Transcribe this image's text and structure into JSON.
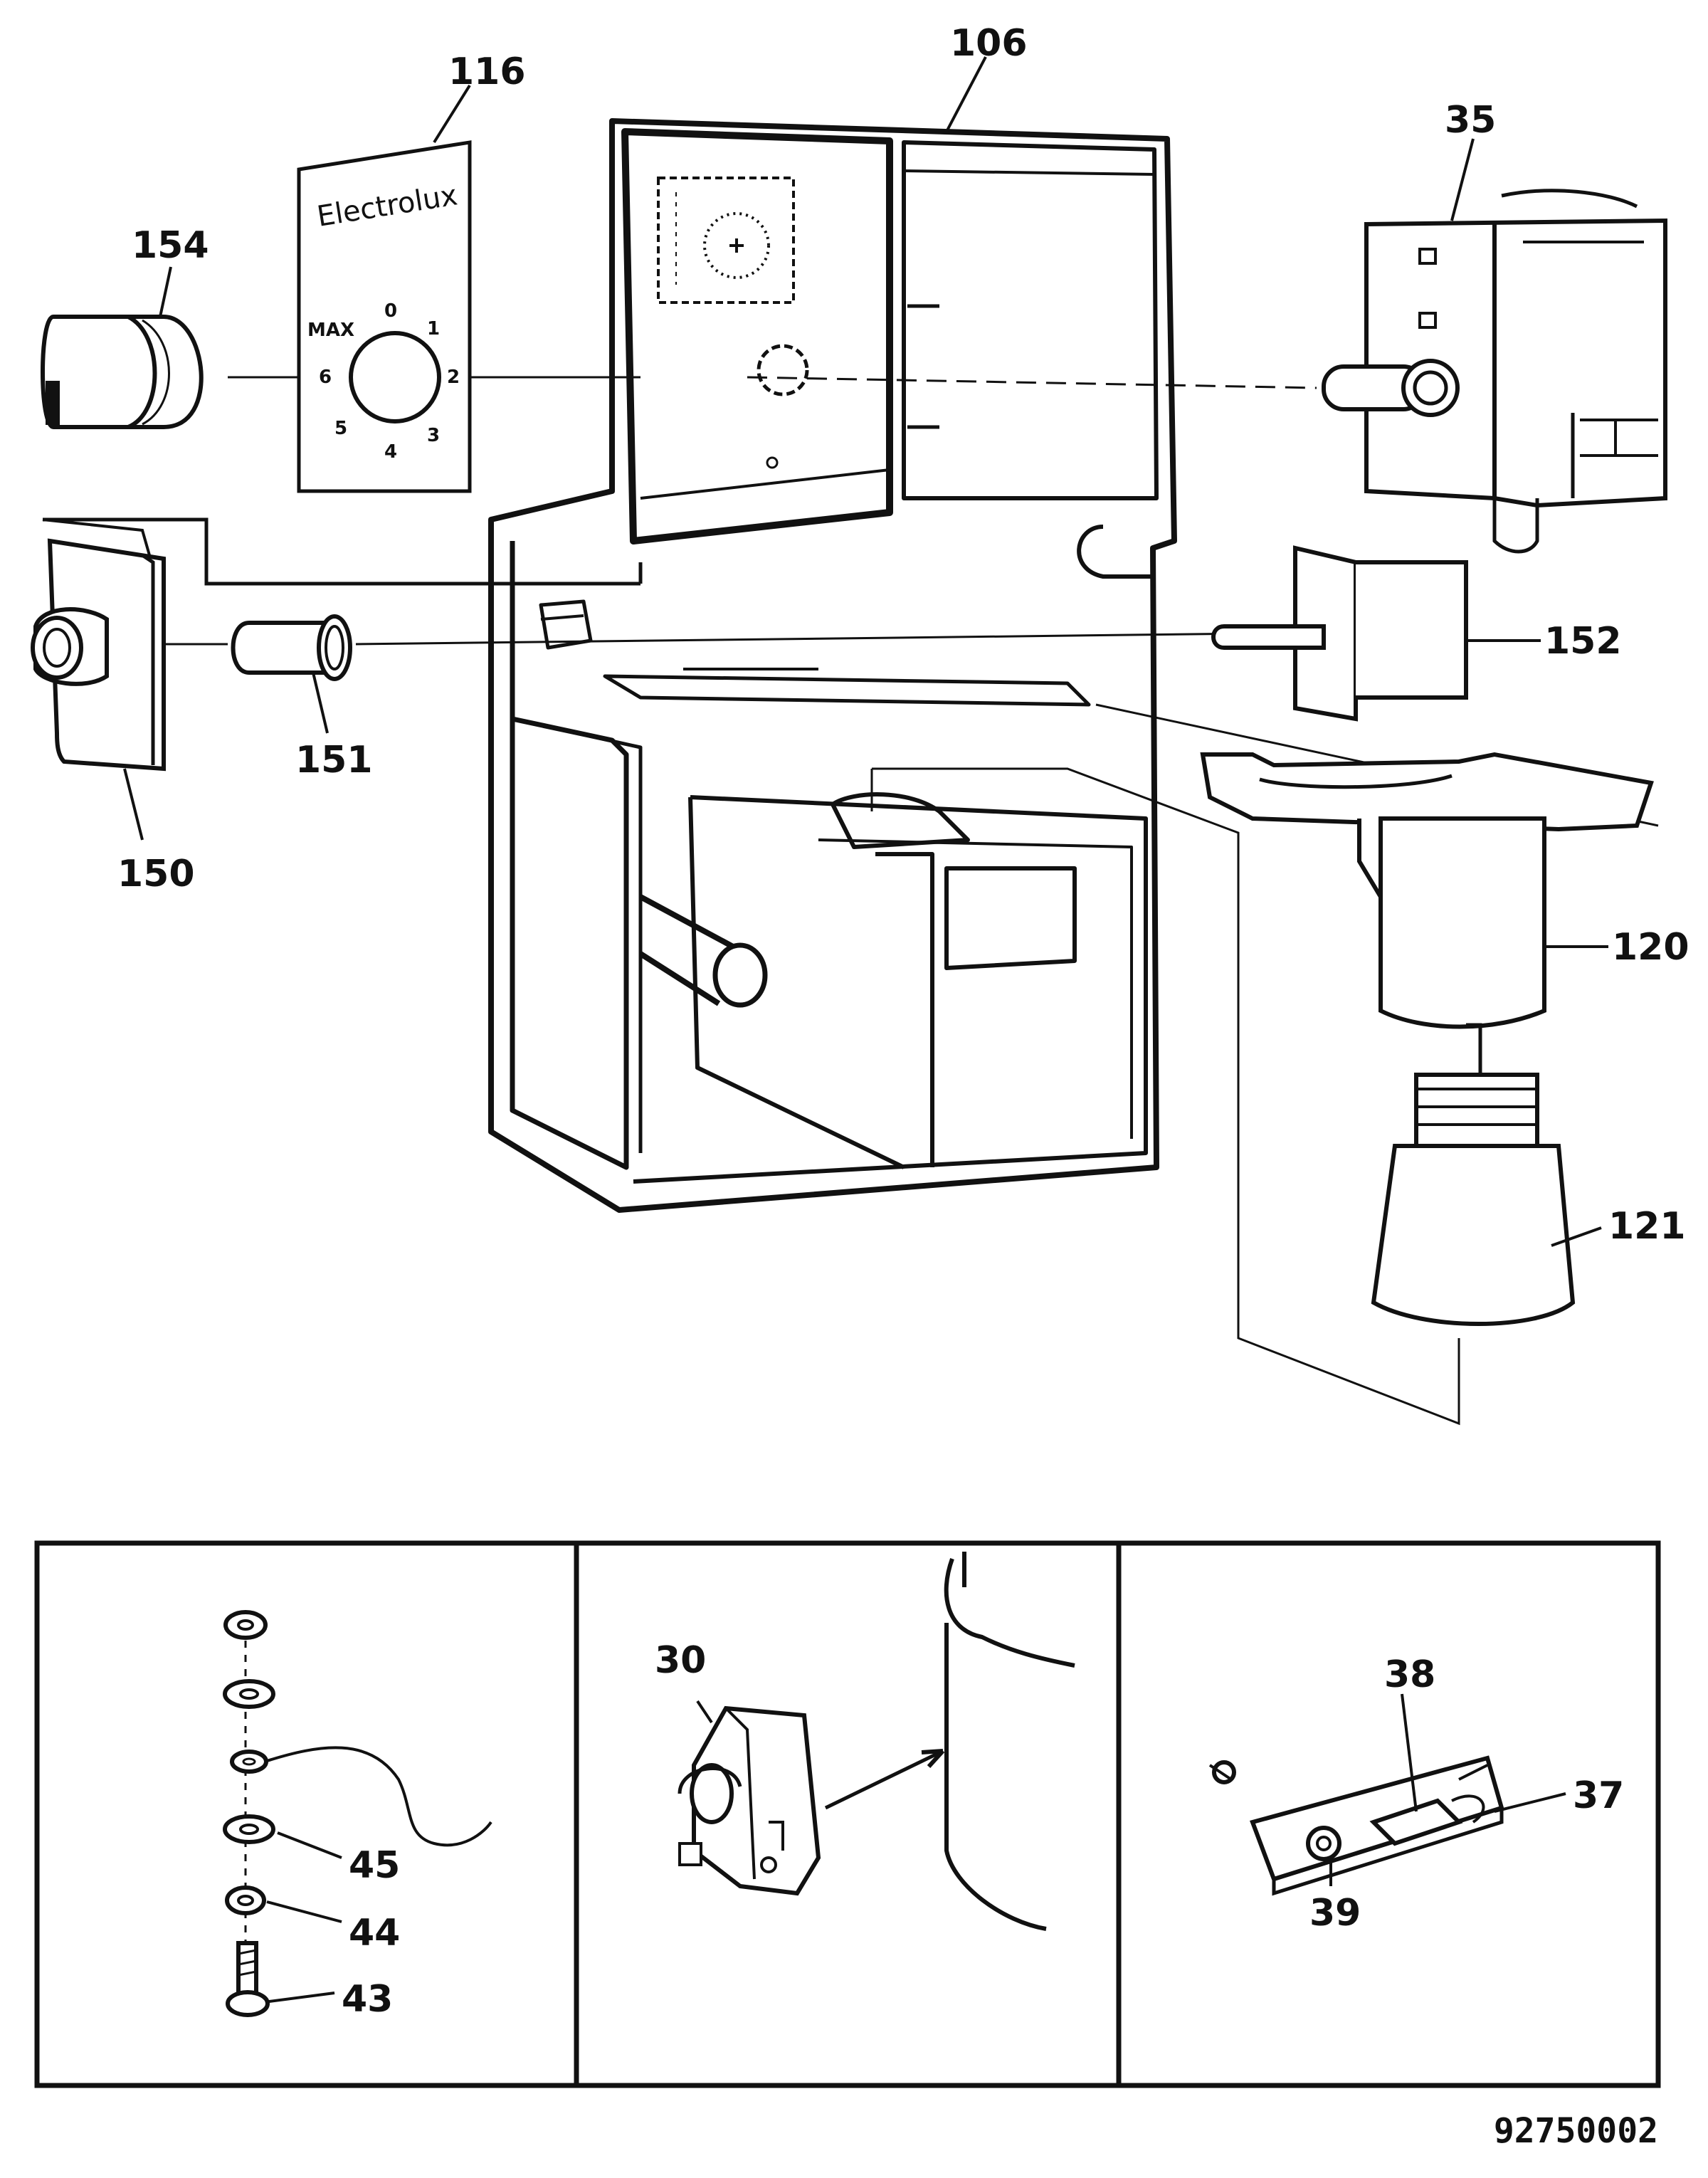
{
  "brand": "Electrolux",
  "dial": {
    "max_label": "MAX",
    "numbers": [
      "0",
      "1",
      "2",
      "3",
      "4",
      "5",
      "6"
    ]
  },
  "callouts": {
    "c106": "106",
    "c116": "116",
    "c35": "35",
    "c154": "154",
    "c152": "152",
    "c151": "151",
    "c150": "150",
    "c120": "120",
    "c121": "121",
    "c30": "30",
    "c38": "38",
    "c37": "37",
    "c39": "39",
    "c45": "45",
    "c44": "44",
    "c43": "43"
  },
  "part_number": "92750002"
}
